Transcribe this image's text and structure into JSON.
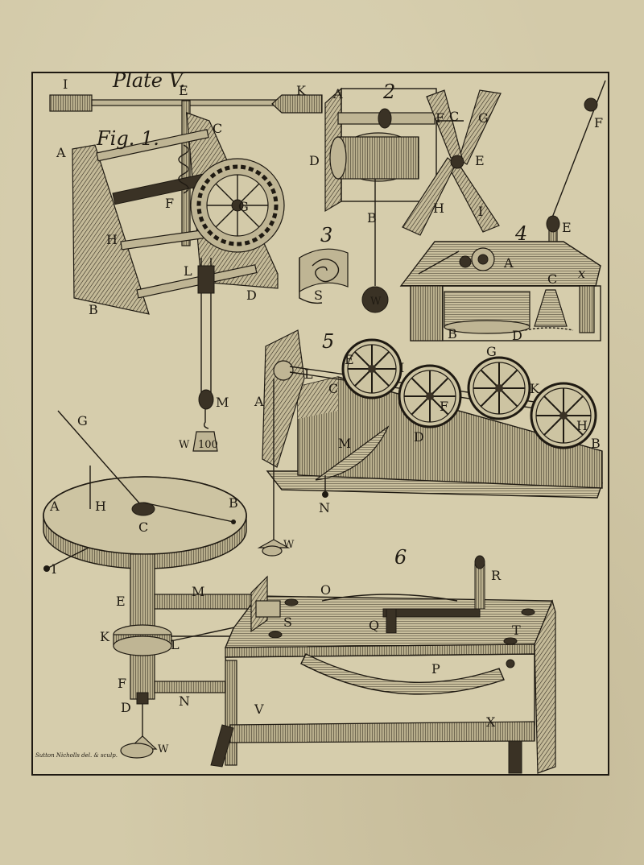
{
  "plate": {
    "title": "Plate V.",
    "signature": "Sutton Nicholls del. & sculp."
  },
  "figures": [
    {
      "id": "1",
      "number": "Fig. 1.",
      "labels": [
        "I",
        "E",
        "K",
        "A",
        "C",
        "F",
        "G",
        "H",
        "L",
        "D",
        "B",
        "M",
        "W",
        "100"
      ]
    },
    {
      "id": "2",
      "number": "2",
      "labels": [
        "A",
        "D",
        "F",
        "C",
        "G",
        "E",
        "B",
        "H",
        "I",
        "W"
      ]
    },
    {
      "id": "3",
      "number": "3",
      "labels": [
        "S"
      ]
    },
    {
      "id": "4",
      "number": "4",
      "labels": [
        "F",
        "E",
        "A",
        "C",
        "x",
        "B",
        "D"
      ]
    },
    {
      "id": "5",
      "number": "5",
      "labels": [
        "E",
        "I",
        "L",
        "G",
        "K",
        "A",
        "C",
        "F",
        "H",
        "D",
        "B",
        "M",
        "N",
        "W"
      ]
    },
    {
      "id": "6",
      "number": "6",
      "labels": [
        "G",
        "A",
        "H",
        "B",
        "C",
        "I",
        "E",
        "M",
        "O",
        "R",
        "S",
        "Q",
        "T",
        "K",
        "L",
        "P",
        "F",
        "N",
        "D",
        "V",
        "X",
        "W"
      ]
    }
  ]
}
